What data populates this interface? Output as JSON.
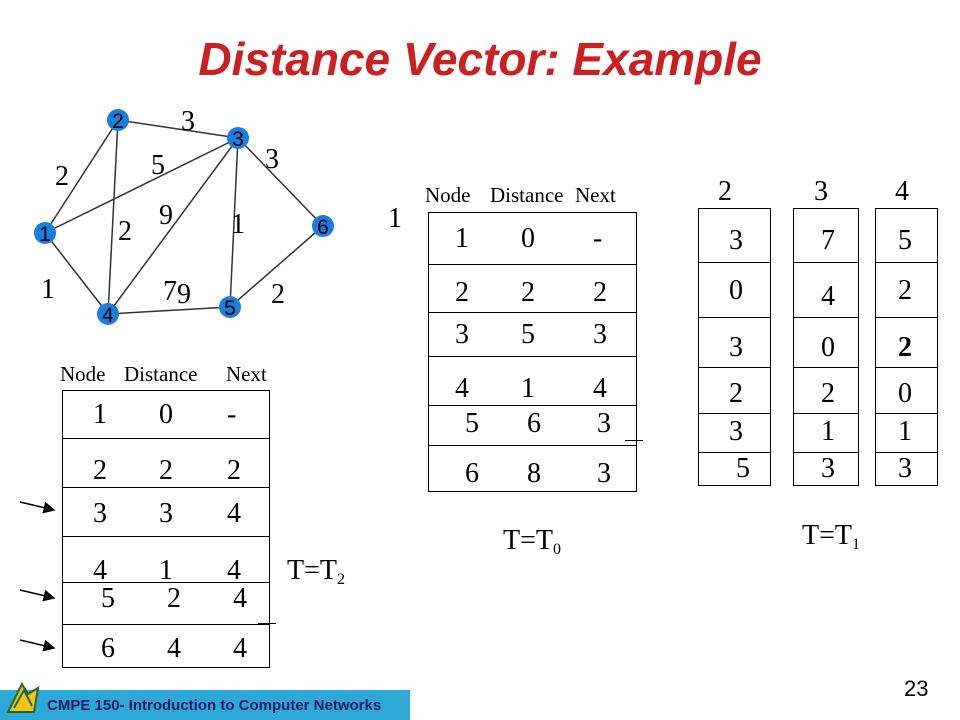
{
  "title": "Distance Vector: Example",
  "graph": {
    "node_labels": [
      "1",
      "2",
      "3",
      "4",
      "5",
      "6"
    ],
    "edge_labels": [
      "3",
      "3",
      "2",
      "5",
      "9",
      "2",
      "1",
      "1",
      "7",
      "9",
      "2"
    ],
    "node_color": "#1a7ee0"
  },
  "table_t0": {
    "side_label": "1",
    "headers": [
      "Node",
      "Distance",
      "Next"
    ],
    "rows": [
      [
        "1",
        "0",
        "-"
      ],
      [
        "2",
        "2",
        "2"
      ],
      [
        "3",
        "5",
        "3"
      ],
      [
        "4",
        "1",
        "4"
      ],
      [
        "5",
        "6",
        "3"
      ],
      [
        "6",
        "8",
        "3"
      ]
    ],
    "time_label": "T=T",
    "time_sub": "0"
  },
  "vectors_t1": {
    "columns": [
      {
        "header": "2",
        "values": [
          "3",
          "0",
          "3",
          "2",
          "3",
          "5"
        ]
      },
      {
        "header": "3",
        "values": [
          "7",
          "4",
          "0",
          "2",
          "1",
          "3"
        ]
      },
      {
        "header": "4",
        "values": [
          "5",
          "2",
          "2",
          "0",
          "1",
          "3"
        ]
      }
    ],
    "time_label": "T=T",
    "time_sub": "1"
  },
  "table_t2": {
    "headers": [
      "Node",
      "Distance",
      "Next"
    ],
    "rows": [
      [
        "1",
        "0",
        "-"
      ],
      [
        "2",
        "2",
        "2"
      ],
      [
        "3",
        "3",
        "4"
      ],
      [
        "4",
        "1",
        "4"
      ],
      [
        "5",
        "2",
        "4"
      ],
      [
        "6",
        "4",
        "4"
      ]
    ],
    "time_label": "T=T",
    "time_sub": "2"
  },
  "footer": {
    "course": "CMPE 150- Introduction to Computer Networks",
    "page": "23",
    "bar_color": "#2ea8d6"
  }
}
